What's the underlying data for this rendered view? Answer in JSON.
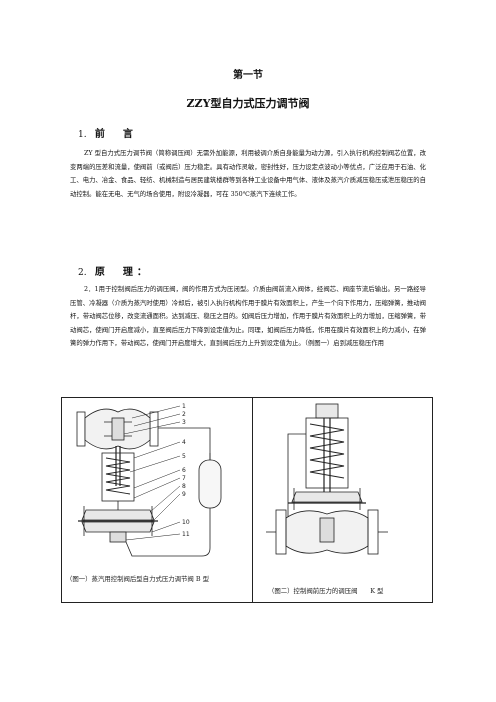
{
  "section": "第一节",
  "title": "ZZY型自力式压力调节阀",
  "intro": {
    "number": "1.",
    "heading": "前　言",
    "text": "ZY 型自力式压力调节阀（简称调压阀）无需外加能源，利用被调介质自身能量为动力源，引入执行机构控制阀芯位置，改变两端的压差和流量，使阀前（或阀后）压力稳定。具有动作灵敏，密封性好，压力设定点波动小等优点，广泛应用于石油、化工、电力、冶金、食品、轻纺、机械制造与居民建筑楼群等到各种工业设备中用气体、液体及蒸汽介质减压稳压或泄压稳压的自动控制。能在无电、无气的场合使用，附设冷凝器，可在 350℃蒸汽下连续工作。"
  },
  "principle": {
    "number": "2.",
    "heading": "原　理：",
    "text": "2．1用于控制阀后压力的调压阀，阀的作用方式为压闭型。介质由阀前流入阀体，经阀芯、阀座节流后输出。另一路经导压管、冷凝器（介质为蒸汽时使用）冷却后，被引入执行机构作用于膜片有效面积上，产生一个向下作用力，压缩弹簧，推动阀杆，带动阀芯位移，改变流通面积。达到减压、稳压之目的。如阀后压力增加，作用于膜片有效面积上的力增加，压缩弹簧，带动阀芯，使阀门开启度减小，直至阀后压力下降到设定值为止。同理，如阀后压力降低，作用在膜片有效面积上的力减小，在弹簧的弹力作用下，带动阀芯，使阀门开启度增大，直到阀后压力上升到设定值为止。（例图一）启到减压稳压作用"
  },
  "figure1": {
    "callouts": [
      "1",
      "2",
      "3",
      "4",
      "5",
      "6",
      "7",
      "8",
      "9",
      "10",
      "11"
    ],
    "caption": "（图一）蒸汽用控制阀后型自力式压力调节阀 B 型"
  },
  "figure2": {
    "caption": "（图二）控制阀前压力的调压阀　　K 型"
  }
}
